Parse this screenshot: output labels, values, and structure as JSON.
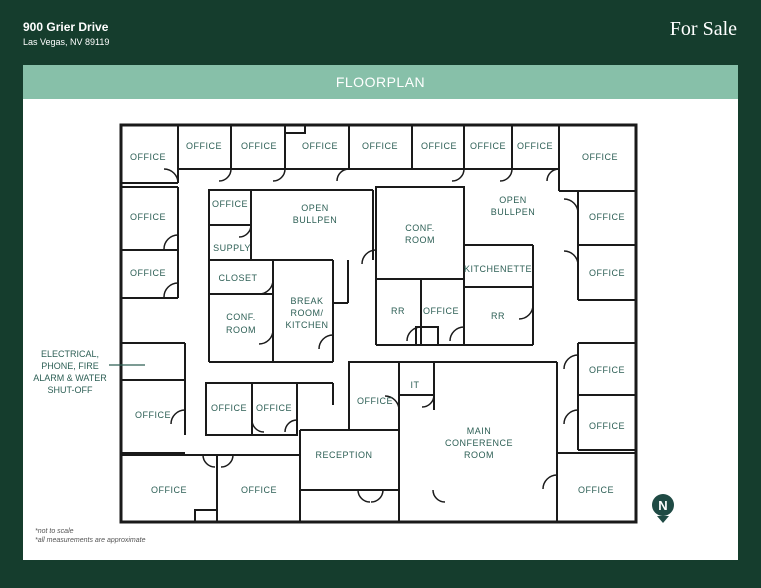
{
  "header": {
    "address_line1": "900 Grier Drive",
    "address_line2": "Las Vegas, NV 89119",
    "status": "For Sale"
  },
  "banner": {
    "title": "FLOORPLAN"
  },
  "rooms": {
    "office_top1": "OFFICE",
    "office_top2": "OFFICE",
    "office_top3": "OFFICE",
    "office_top4": "OFFICE",
    "office_top5": "OFFICE",
    "office_top6": "OFFICE",
    "office_top7": "OFFICE",
    "office_left1": "OFFICE",
    "office_left2": "OFFICE",
    "office_left3": "OFFICE",
    "office_left4": "OFFICE",
    "office_right1": "OFFICE",
    "office_right2": "OFFICE",
    "office_right3": "OFFICE",
    "office_right4": "OFFICE",
    "office_right5": "OFFICE",
    "office_inner_top": "OFFICE",
    "office_mid_a": "OFFICE",
    "office_mid_b": "OFFICE",
    "office_center": "OFFICE",
    "office_rr": "OFFICE",
    "office_bottom1": "OFFICE",
    "office_bottom2": "OFFICE",
    "office_bottom_right": "OFFICE",
    "open_bullpen_left": [
      "OPEN",
      "BULLPEN"
    ],
    "open_bullpen_right": [
      "OPEN",
      "BULLPEN"
    ],
    "conf_room_top": [
      "CONF.",
      "ROOM"
    ],
    "conf_room_left": [
      "CONF.",
      "ROOM"
    ],
    "supply": "SUPPLY",
    "closet": "CLOSET",
    "break_room": [
      "BREAK",
      "ROOM/",
      "KITCHEN"
    ],
    "kitchenette": "KITCHENETTE",
    "rr1": "RR",
    "rr2": "RR",
    "it": "IT",
    "reception": "RECEPTION",
    "main_conference": [
      "MAIN",
      "CONFERENCE",
      "ROOM"
    ]
  },
  "callout": [
    "ELECTRICAL,",
    "PHONE, FIRE",
    "ALARM & WATER",
    "SHUT-OFF"
  ],
  "compass": {
    "label": "N",
    "icon": "north-arrow-icon"
  },
  "notes": [
    "*not to scale",
    "*all measurements are approximate"
  ],
  "colors": {
    "background": "#153d2d",
    "banner": "#87c0a9",
    "label": "#2d5f55",
    "wall": "#1a1a1a"
  }
}
